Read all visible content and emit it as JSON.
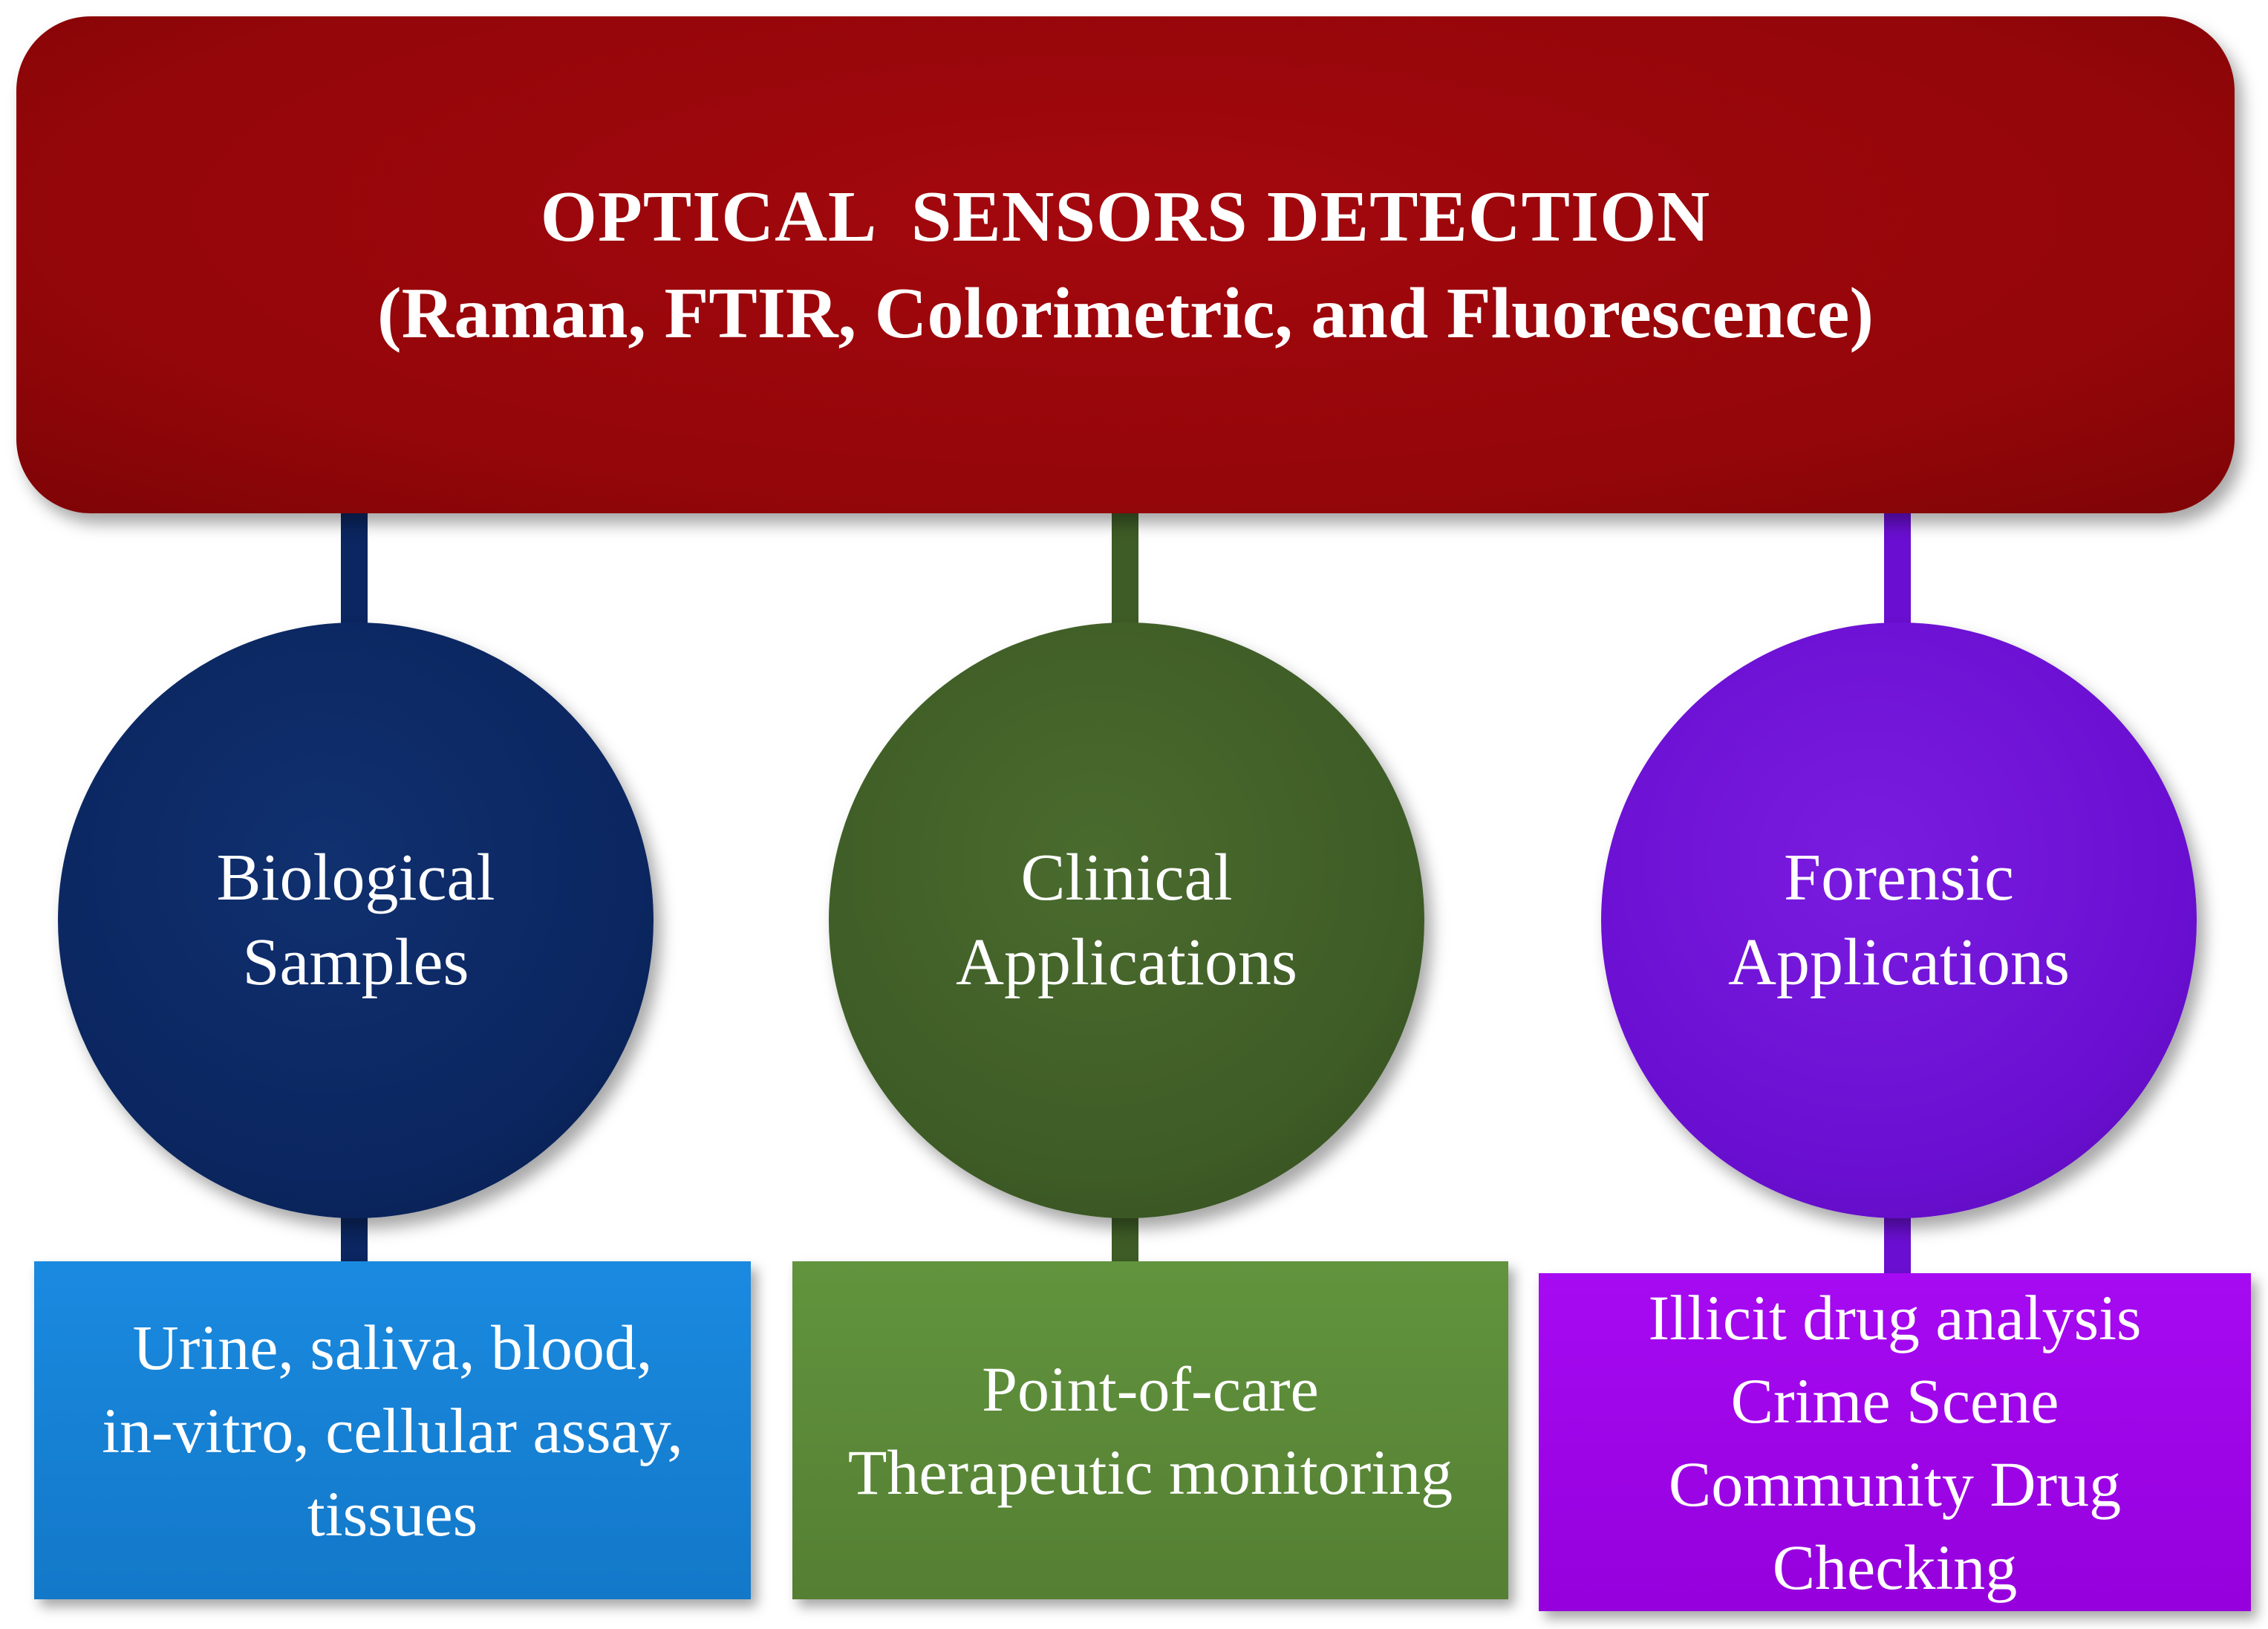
{
  "banner": {
    "title": "OPTICAL  SENSORS DETECTION",
    "subtitle": "(Raman, FTIR, Colorimetric, and Fluorescence)"
  },
  "colors": {
    "banner": "#930609",
    "biological": "#0b2660",
    "clinical": "#3e5c26",
    "forensic": "#6a0fd1",
    "biological_box": "#1580d3",
    "clinical_box": "#5b8c38",
    "forensic_box": "#a200f0"
  },
  "branches": [
    {
      "circle_lines": [
        "Biological",
        "Samples"
      ],
      "box_lines": [
        "Urine, saliva, blood,",
        "in-vitro, cellular assay,",
        "tissues"
      ]
    },
    {
      "circle_lines": [
        "Clinical",
        "Applications"
      ],
      "box_lines": [
        "Point-of-care",
        "Therapeutic monitoring"
      ]
    },
    {
      "circle_lines": [
        "Forensic",
        "Applications"
      ],
      "box_lines": [
        "Illicit drug analysis",
        "Crime Scene",
        "Community Drug",
        "Checking"
      ]
    }
  ]
}
